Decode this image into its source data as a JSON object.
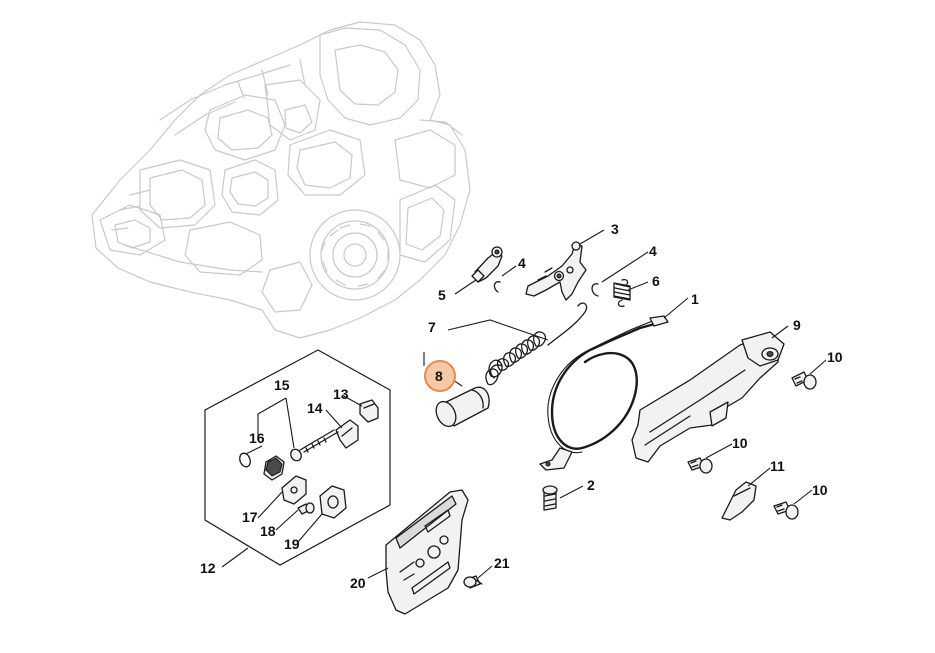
{
  "accent_color": "#e8884d",
  "highlight_fill": "#f6c9a6",
  "highlighted_part": "8",
  "callouts": {
    "c1": "1",
    "c2": "2",
    "c3": "3",
    "c4a": "4",
    "c4b": "4",
    "c5": "5",
    "c6": "6",
    "c7": "7",
    "c8": "8",
    "c9": "9",
    "c10a": "10",
    "c10b": "10",
    "c10c": "10",
    "c11": "11",
    "c12": "12",
    "c13": "13",
    "c14": "14",
    "c15": "15",
    "c16": "16",
    "c17": "17",
    "c18": "18",
    "c19": "19",
    "c20": "20",
    "c21": "21"
  }
}
